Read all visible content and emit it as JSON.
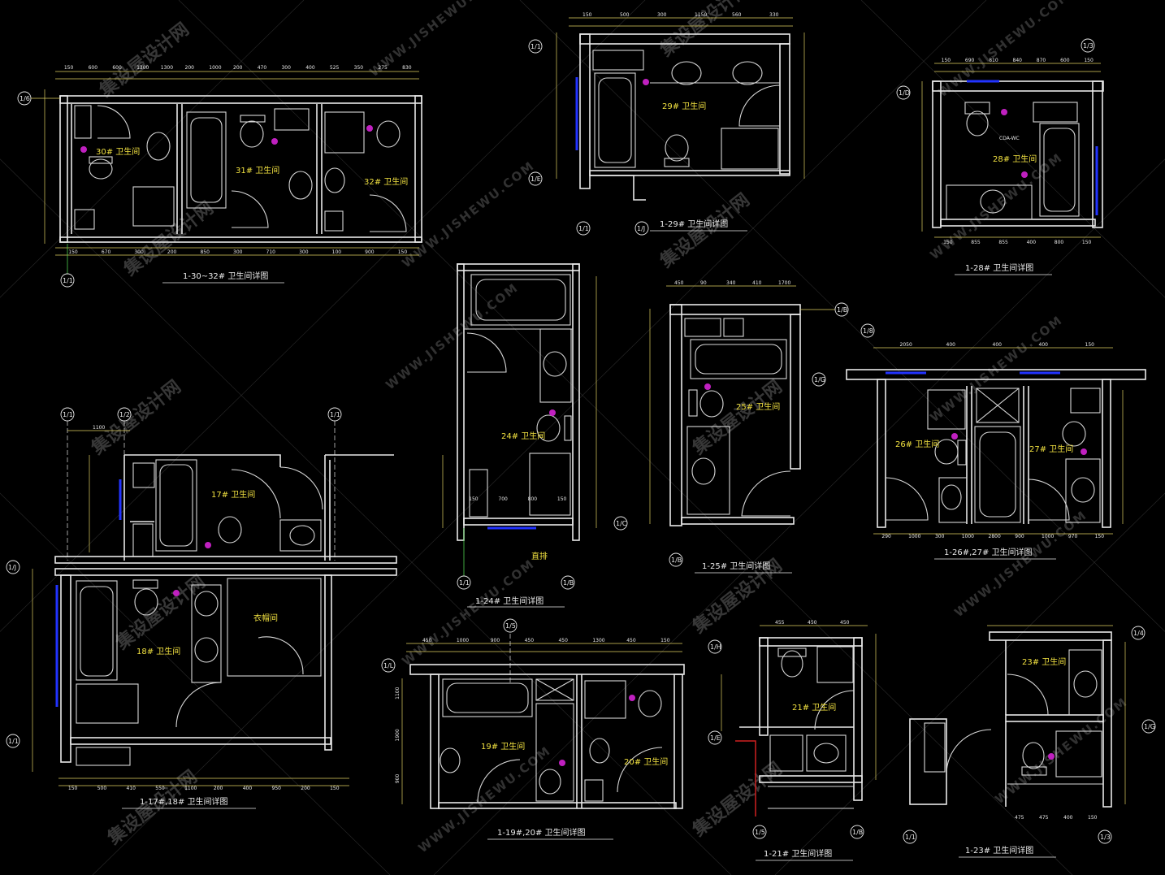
{
  "watermark": {
    "text": "集设屋设计网",
    "url": "WWW.JISHEWU.COM",
    "url_short": "JISHEWU.COM"
  },
  "drawings": [
    {
      "id": "d30",
      "title": "1-30~32# 卫生间详图",
      "rooms": [
        "30# 卫生间",
        "31# 卫生间",
        "32# 卫生间"
      ],
      "bubbles": [
        "1/6",
        "1/1"
      ]
    },
    {
      "id": "d29",
      "title": "1-29# 卫生间详图",
      "rooms": [
        "29# 卫生间"
      ],
      "bubbles": [
        "1/1",
        "1/E",
        "1/1",
        "1/J"
      ]
    },
    {
      "id": "d28",
      "title": "1-28# 卫生间详图",
      "rooms": [
        "28# 卫生间"
      ],
      "bubbles": [
        "1/3",
        "1/D"
      ],
      "note": "CDA-WC"
    },
    {
      "id": "d24",
      "title": "1-24# 卫生间详图",
      "rooms": [
        "24# 卫生间"
      ],
      "bubbles": [
        "1/C",
        "1/1",
        "1/B"
      ],
      "note": "直排"
    },
    {
      "id": "d25",
      "title": "1-25# 卫生间详图",
      "rooms": [
        "25# 卫生间"
      ],
      "bubbles": [
        "1/B",
        "1/B"
      ]
    },
    {
      "id": "d26",
      "title": "1-26#,27# 卫生间详图",
      "rooms": [
        "26# 卫生间",
        "27# 卫生间"
      ],
      "bubbles": [
        "1/8",
        "1/G"
      ]
    },
    {
      "id": "d17",
      "title": "1-17#,18# 卫生间详图",
      "rooms": [
        "17# 卫生间",
        "18# 卫生间",
        "衣帽间"
      ],
      "bubbles": [
        "1/1",
        "1/2",
        "1/1",
        "1/J",
        "1/1"
      ]
    },
    {
      "id": "d19",
      "title": "1-19#,20# 卫生间详图",
      "rooms": [
        "19# 卫生间",
        "20# 卫生间"
      ],
      "bubbles": [
        "1/5",
        "1/L"
      ]
    },
    {
      "id": "d21",
      "title": "1-21# 卫生间详图",
      "rooms": [
        "21# 卫生间"
      ],
      "bubbles": [
        "1/H",
        "1/E",
        "1/5",
        "1/B"
      ]
    },
    {
      "id": "d23",
      "title": "1-23# 卫生间详图",
      "rooms": [
        "23# 卫生间"
      ],
      "bubbles": [
        "1/4",
        "1/G",
        "1/1",
        "1/3"
      ]
    }
  ],
  "dimensions": {
    "d30_top": [
      "150",
      "600",
      "600",
      "1300",
      "1300",
      "200",
      "1000",
      "200",
      "470",
      "300",
      "400",
      "525",
      "350",
      "275",
      "830"
    ],
    "d30_bottom": [
      "150",
      "670",
      "300",
      "200",
      "850",
      "300",
      "710",
      "300",
      "100",
      "900",
      "150"
    ],
    "d29_top": [
      "150",
      "500",
      "300",
      "1150",
      "560",
      "330"
    ],
    "d28_top": [
      "150",
      "690",
      "810",
      "840",
      "870",
      "600",
      "150"
    ],
    "d28_bottom": [
      "150",
      "855",
      "855",
      "400",
      "800",
      "150"
    ],
    "d25_top": [
      "450",
      "90",
      "340",
      "410",
      "1700"
    ],
    "d26_top": [
      "2050",
      "400",
      "400",
      "400",
      "150"
    ],
    "d26_bottom": [
      "290",
      "1000",
      "300",
      "1000",
      "2800",
      "900",
      "1000",
      "970",
      "150"
    ],
    "d17_top": [
      "1100"
    ],
    "d17_bottom": [
      "150",
      "500",
      "410",
      "550",
      "1100",
      "200",
      "400",
      "950",
      "200",
      "150"
    ],
    "d19_top": [
      "450",
      "1000",
      "900",
      "450",
      "450",
      "1300",
      "450",
      "150"
    ],
    "d19_left": [
      "1100",
      "1900",
      "900"
    ],
    "d21_top": [
      "455",
      "450",
      "450"
    ],
    "d23_bottom": [
      "475",
      "475",
      "400",
      "150"
    ],
    "d24_bottom": [
      "150",
      "700",
      "800",
      "150"
    ]
  }
}
